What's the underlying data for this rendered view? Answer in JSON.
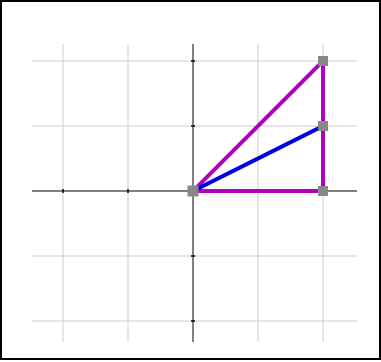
{
  "colors": {
    "grid": "#cccccc",
    "axis": "#000000",
    "triangle": "#b000c0",
    "vector": "#0000ee",
    "point": "#888888",
    "border": "#000000"
  },
  "graph": {
    "x_range": [
      -2.5,
      2.5
    ],
    "y_range": [
      -2.5,
      2
    ],
    "grid_step": 1,
    "triangle_vertices": [
      [
        0,
        0
      ],
      [
        2,
        2
      ],
      [
        2,
        0
      ]
    ],
    "vector": {
      "from": [
        0,
        0
      ],
      "to": [
        2,
        1
      ]
    },
    "points": [
      [
        0,
        0
      ],
      [
        2,
        2
      ],
      [
        2,
        1
      ],
      [
        2,
        0
      ]
    ]
  }
}
